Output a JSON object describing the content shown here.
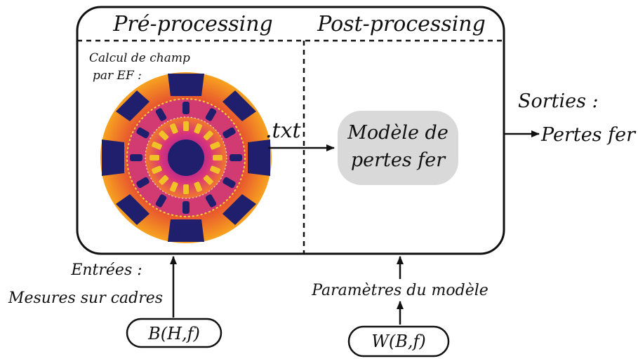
{
  "sections": {
    "pre": "Pré-processing",
    "post": "Post-processing"
  },
  "fem": {
    "label_line1": "Calcul de champ",
    "label_line2": "par EF :"
  },
  "file_label": ".txt",
  "model": {
    "line1": "Modèle de",
    "line2": "pertes fer"
  },
  "outputs": {
    "label": "Sorties :",
    "value": "Pertes fer"
  },
  "inputs": {
    "line1": "Entrées :",
    "line2": "Mesures sur cadres",
    "node": "B(H,f)"
  },
  "parameters": {
    "label": "Paramètres du modèle",
    "node": "W(B,f)"
  },
  "colors": {
    "stroke": "#111111",
    "model_fill": "#d9d9d9",
    "field_dark": "#1f1f6e",
    "field_orange": "#f39a1e",
    "field_magenta": "#c42a8a"
  }
}
